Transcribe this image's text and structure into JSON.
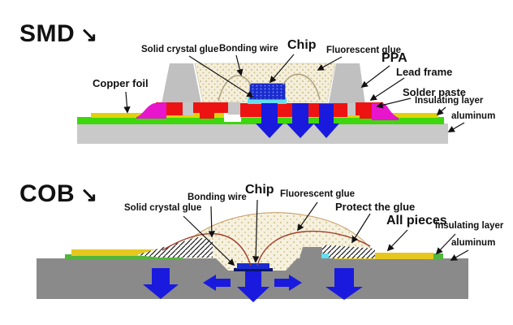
{
  "smd": {
    "title": "SMD",
    "title_arrow": "↘",
    "labels": {
      "solid_crystal_glue": "Solid crystal glue",
      "bonding_wire": "Bonding wire",
      "chip": "Chip",
      "fluorescent_glue": "Fluorescent glue",
      "ppa": "PPA",
      "lead_frame": "Lead frame",
      "solder_paste": "Solder paste",
      "insulating_layer": "Insulating layer",
      "aluminum": "aluminum",
      "copper_foil": "Copper foil"
    }
  },
  "cob": {
    "title": "COB",
    "title_arrow": "↘",
    "labels": {
      "solid_crystal_glue": "Solid crystal glue",
      "bonding_wire": "Bonding wire",
      "chip": "Chip",
      "fluorescent_glue": "Fluorescent glue",
      "protect_the_glue": "Protect the glue",
      "all_pieces": "All pieces",
      "insulating_layer": "Insulating layer",
      "aluminum": "aluminum"
    }
  },
  "colors": {
    "arrow_blue": "#1a1ade",
    "chip_blue": "#1c2bd0",
    "lead_frame_red": "#ee1313",
    "solder_paste_magenta": "#e815cc",
    "insulating_green": "#3ed60c",
    "copper_yellow": "#e0d20a",
    "ppa_gray": "#c0c0c0",
    "smd_base_gray": "#c9c9c9",
    "cob_substrate_gray": "#8a8a8a",
    "cob_yellow": "#e5c71f",
    "cob_green": "#52b53e",
    "glue_cream": "#f4eedb",
    "glue_dot": "#cdbc80",
    "wire_tan": "#ada07c",
    "wire_brown": "#a0402e",
    "cyan_glue": "#63dff0",
    "label_black": "#111111",
    "background": "#ffffff"
  }
}
